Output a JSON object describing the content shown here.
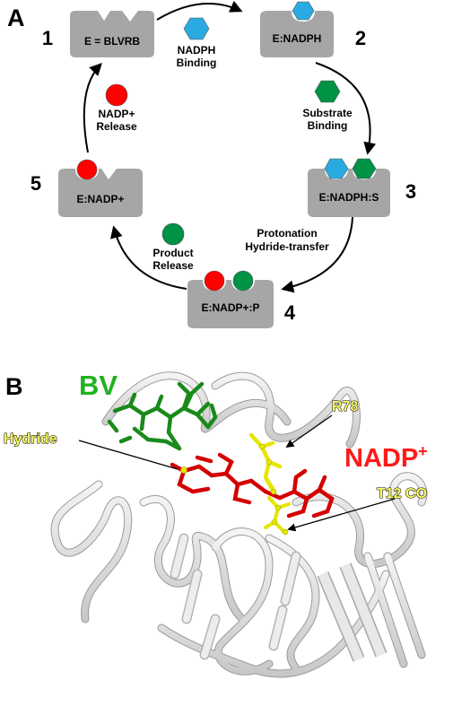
{
  "panel_a": {
    "letter": "A",
    "states": [
      {
        "number": "1",
        "label": "E = BLVRB"
      },
      {
        "number": "2",
        "label": "E:NADPH"
      },
      {
        "number": "3",
        "label": "E:NADPH:S"
      },
      {
        "number": "4",
        "label": "E:NADP+:P"
      },
      {
        "number": "5",
        "label": "E:NADP+"
      }
    ],
    "steps": [
      {
        "line1": "NADPH",
        "line2": "Binding"
      },
      {
        "line1": "Substrate",
        "line2": "Binding"
      },
      {
        "line1": "Protonation",
        "line2": "Hydride-transfer"
      },
      {
        "line1": "Product",
        "line2": "Release"
      },
      {
        "line1": "NADP+",
        "line2": "Release"
      }
    ]
  },
  "panel_b": {
    "letter": "B",
    "labels": {
      "bv": "BV",
      "nadp_main": "NADP",
      "nadp_sup": "+",
      "r78": "R78",
      "hydride": "Hydride",
      "t12": "T12 CO"
    }
  },
  "colors": {
    "enzyme": "#a6a6a6",
    "nadph": "#29abe2",
    "substrate": "#009245",
    "nadp_plus": "#ff0000",
    "bv_text": "#1fb31f",
    "yellow_label": "#ffff66",
    "ribbon": "#e6e6e6"
  }
}
